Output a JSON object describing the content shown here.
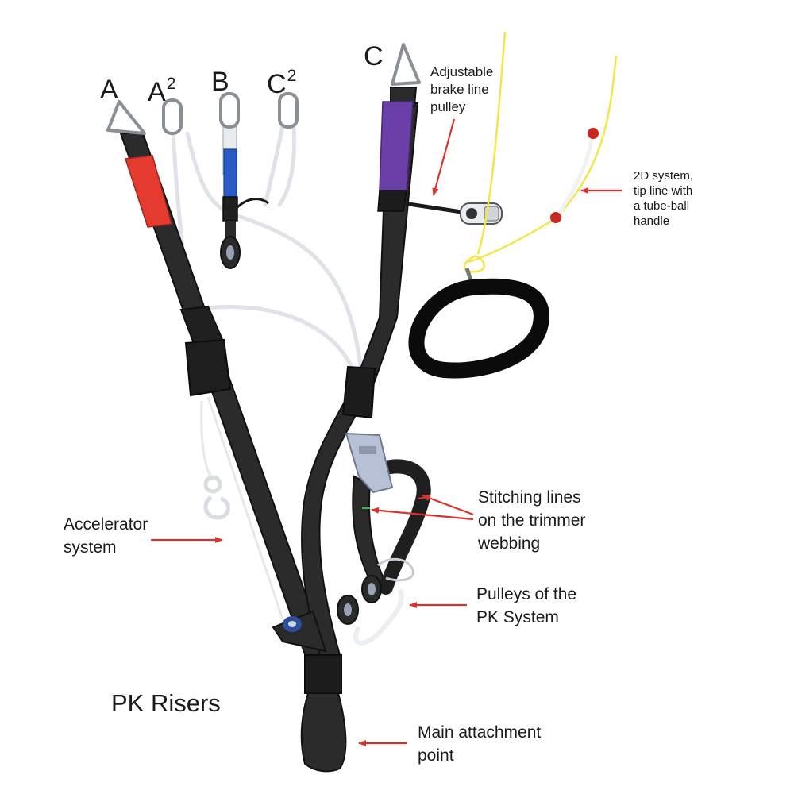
{
  "riser_labels": {
    "a": {
      "letter": "A",
      "sup": ""
    },
    "a2": {
      "letter": "A",
      "sup": "2"
    },
    "b": {
      "letter": "B",
      "sup": ""
    },
    "c2": {
      "letter": "C",
      "sup": "2"
    },
    "c": {
      "letter": "C",
      "sup": ""
    }
  },
  "annotations": {
    "brake_pulley": "Adjustable\nbrake line\npulley",
    "system_2d": "2D system,\ntip line with\na tube-ball\nhandle",
    "stitching": "Stitching lines\non the trimmer\nwebbing",
    "accelerator": "Accelerator\nsystem",
    "pulleys_pk": "Pulleys of the\nPK System",
    "main_attachment": "Main attachment\npoint"
  },
  "title": "PK Risers",
  "colors": {
    "webbing": "#2b2b2b",
    "webbing_edge": "#111111",
    "a_sleeve": "#e53a2f",
    "b_sleeve": "#2a5bc8",
    "c_sleeve": "#6b3fa8",
    "line_white": "#e9ecef",
    "brake_line": "#f3e64a",
    "tube_ball": "#c8281f",
    "arrow": "#d8332f",
    "carabiner": "#8a8f96",
    "pulley": "#9aa3b5"
  },
  "icons": {
    "connector": "triangle-maillon-icon",
    "oval_connector": "oval-maillon-icon",
    "pulley": "pulley-icon",
    "arrow": "arrow-icon",
    "handle": "brake-handle-icon"
  }
}
